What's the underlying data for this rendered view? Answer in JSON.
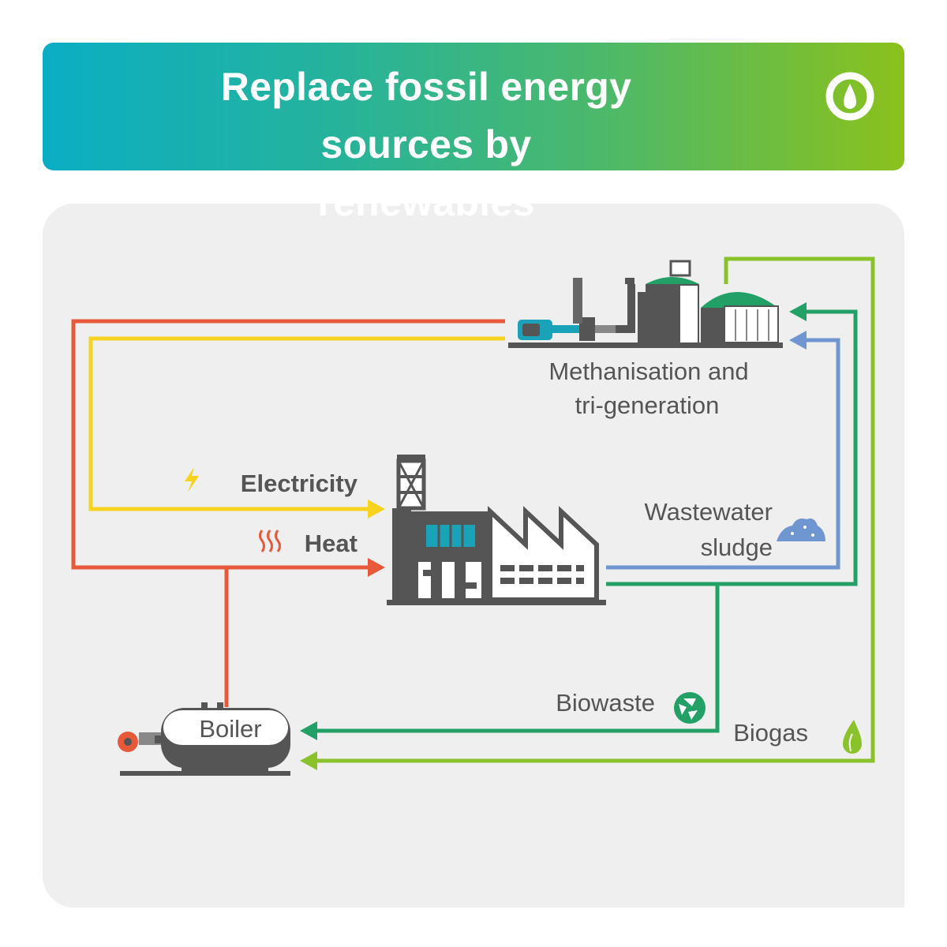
{
  "header": {
    "title_lines": [
      "Replace fossil energy",
      "sources by",
      "renewables"
    ]
  },
  "diagram": {
    "methanisation_label": [
      "Methanisation and",
      "tri-generation"
    ],
    "electricity_label": "Electricity",
    "heat_label": "Heat",
    "wastewater_label": [
      "Wastewater",
      "sludge"
    ],
    "biowaste_label": "Biowaste",
    "biogas_label": "Biogas",
    "boiler_label": "Boiler"
  },
  "colors": {
    "heat": "#e8593c",
    "electricity": "#f7d21e",
    "sludge": "#6f96d0",
    "biowaste": "#23a066",
    "biogas": "#8ac22b",
    "building": "#555555",
    "accent": "#1aa3b8"
  },
  "icons": [
    "logo-drop-icon",
    "lightning-icon",
    "heat-waves-icon",
    "sludge-pile-icon",
    "recycle-icon",
    "flame-icon"
  ]
}
